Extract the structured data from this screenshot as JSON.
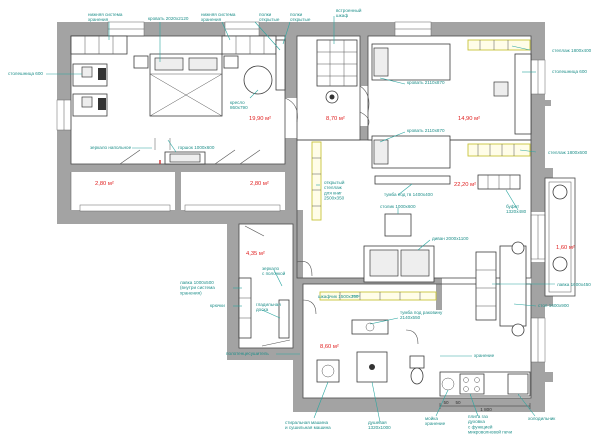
{
  "rooms": [
    {
      "id": "bedroom",
      "area": "19,90 м²"
    },
    {
      "id": "hall",
      "area": "8,70 м²"
    },
    {
      "id": "kids",
      "area": "14,90 м²"
    },
    {
      "id": "balcony-left",
      "area": "2,80 м²"
    },
    {
      "id": "balcony-mid",
      "area": "2,80 м²"
    },
    {
      "id": "living",
      "area": "22,20 м²"
    },
    {
      "id": "loggia",
      "area": "1,60 м²"
    },
    {
      "id": "wardrobe",
      "area": "4,35 м²"
    },
    {
      "id": "bathroom",
      "area": "8,60 м²"
    }
  ],
  "annotations": {
    "storage_left": "нижняя система\nхранения",
    "bed": "кровать 2020х2120",
    "storage_right": "нижняя система\nхранения",
    "shelves_open": "полки\nоткрытые",
    "shelves_open2": "полки\nоткрытые",
    "builtin_wardrobe": "встроенный\nшкаф",
    "rack_top": "стеллаж 1800х400",
    "desk_left": "столешница 600",
    "desk_right": "столешница 600",
    "armchair": "кресло\n860х790",
    "bed_kid1": "кровать 2110х870",
    "bed_kid2": "кровать 2110х870",
    "mirror_floor": "зеркало напольное",
    "dresser": "горшок 1000х600",
    "rack_right": "стеллаж 1800х600",
    "open_rack": "открытый\nстеллаж\nдля книг\n2500х350",
    "tv_unit": "тумба под тв 1400х400",
    "buffet": "буфет\n1320х480",
    "table": "столик 1000х600",
    "sofa": "диван 2000х1100",
    "bench_right": "лавка 1600х450",
    "table_big": "стол 1600х900",
    "mirror_shelf": "зеркало\nс полочкой",
    "bench_storage": "лавка 1000х500\n(внутри система\nхранения)",
    "hangers": "крючки",
    "iron_board": "гладильная\nдоска",
    "towel": "полотенцесушитель",
    "cabinet_350": "шкафчик 1500х350",
    "sink_unit": "тумба под раковину\n2140х550",
    "storage_small": "хранение",
    "washer": "стиральная машина\nи сушильная машина",
    "shower": "душевая\n1320х1000",
    "sink": "мойка\nхранение",
    "stove": "плита газ\nдуховка\nс функцией\nмикроволновой печи",
    "fridge": "холодильник"
  },
  "dimensions": {
    "d1": "1 800",
    "d2": "50",
    "d3": "50"
  },
  "colors": {
    "wall": "#a3a3a3",
    "annotation": "#1f8f8a",
    "area": "#e02020"
  }
}
